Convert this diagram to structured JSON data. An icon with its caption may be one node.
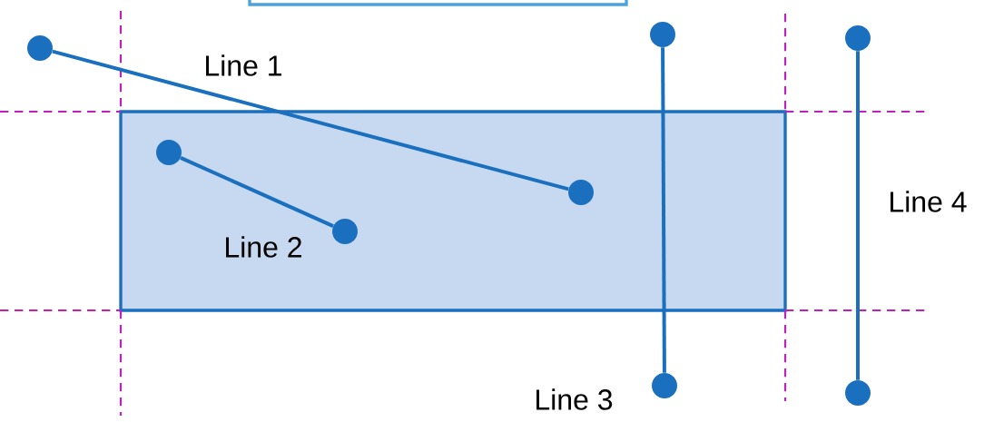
{
  "diagram": {
    "nodes": [
      {
        "text": [],
        "shape": "circle"
      },
      {
        "text": [],
        "shape": "circle"
      },
      {
        "text": [],
        "shape": "circle"
      },
      {
        "text": [],
        "shape": "circle"
      },
      {
        "text": [],
        "shape": "circle"
      },
      {
        "text": [],
        "shape": "circle"
      },
      {
        "text": [],
        "shape": "circle"
      },
      {
        "text": [],
        "shape": "circle"
      }
    ],
    "edges": [
      {
        "from": 0,
        "to": 1,
        "arrow": "none",
        "label": "Line 1"
      },
      {
        "from": 2,
        "to": 3,
        "arrow": "none",
        "label": "Line 2"
      },
      {
        "from": 4,
        "to": 5,
        "arrow": "none",
        "label": "Line 3"
      },
      {
        "from": 6,
        "to": 7,
        "arrow": "none",
        "label": "Line 4"
      }
    ]
  }
}
